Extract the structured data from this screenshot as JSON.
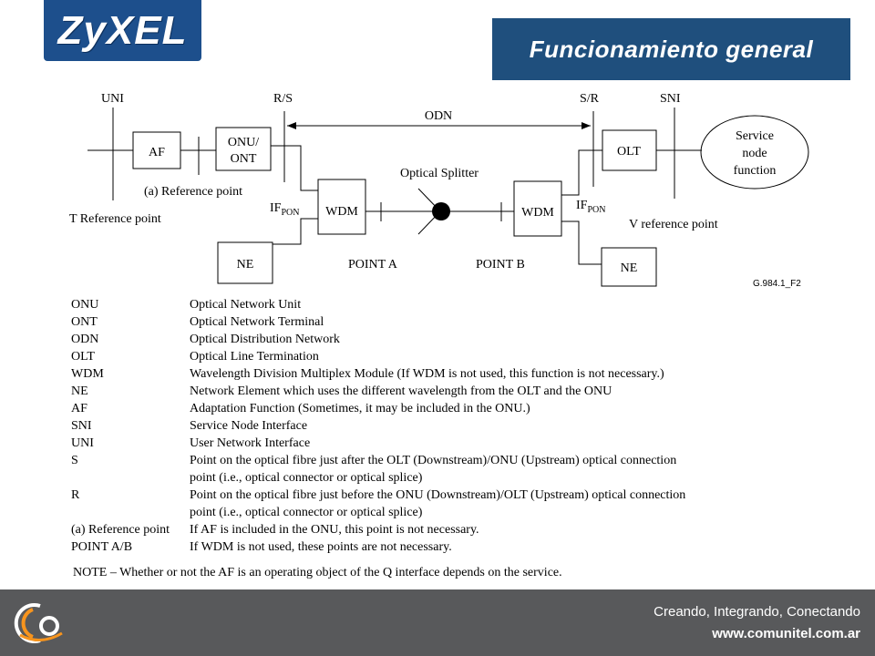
{
  "header": {
    "logo_text": "ZyXEL",
    "title": "Funcionamiento general"
  },
  "diagram": {
    "uni": "UNI",
    "rs": "R/S",
    "odn": "ODN",
    "sr": "S/R",
    "sni": "SNI",
    "af": "AF",
    "onu_line1": "ONU/",
    "onu_line2": "ONT",
    "olt": "OLT",
    "service_line1": "Service",
    "service_line2": "node",
    "service_line3": "function",
    "ref_a": "(a) Reference point",
    "t_ref": "T Reference point",
    "if_pon_left": "IF",
    "if_pon_left_sub": "PON",
    "if_pon_right": "IF",
    "if_pon_right_sub": "PON",
    "wdm_left": "WDM",
    "wdm_right": "WDM",
    "optical_splitter": "Optical Splitter",
    "v_ref": "V reference point",
    "ne_left": "NE",
    "ne_right": "NE",
    "point_a": "POINT A",
    "point_b": "POINT B",
    "figure_id": "G.984.1_F2"
  },
  "legend": [
    {
      "term": "ONU",
      "def": "Optical Network Unit"
    },
    {
      "term": "ONT",
      "def": "Optical Network Terminal"
    },
    {
      "term": "ODN",
      "def": "Optical Distribution Network"
    },
    {
      "term": "OLT",
      "def": "Optical Line Termination"
    },
    {
      "term": "WDM",
      "def": "Wavelength Division Multiplex Module (If WDM is not used, this function is not necessary.)"
    },
    {
      "term": "NE",
      "def": "Network Element which uses the different wavelength from the OLT and the ONU"
    },
    {
      "term": "AF",
      "def": "Adaptation Function (Sometimes, it may be included in the ONU.)"
    },
    {
      "term": "SNI",
      "def": "Service Node Interface"
    },
    {
      "term": "UNI",
      "def": "User Network Interface"
    },
    {
      "term": "S",
      "def": "Point on the optical fibre just after the OLT (Downstream)/ONU (Upstream) optical connection"
    },
    {
      "term": "",
      "def": "point (i.e., optical connector or optical splice)"
    },
    {
      "term": "R",
      "def": "Point on the optical fibre just before the ONU (Downstream)/OLT (Upstream) optical connection"
    },
    {
      "term": "",
      "def": "point (i.e., optical connector or optical splice)"
    },
    {
      "term": "(a) Reference point",
      "def": "If AF is included in the ONU, this point is not necessary."
    },
    {
      "term": "POINT A/B",
      "def": "If WDM is not used, these points are not necessary."
    }
  ],
  "note": "NOTE – Whether or not the AF is an operating object of the Q interface depends on the service.",
  "footer": {
    "logo_text": "Co",
    "tagline": "Creando, Integrando, Conectando",
    "url": "www.comunitel.com.ar"
  }
}
